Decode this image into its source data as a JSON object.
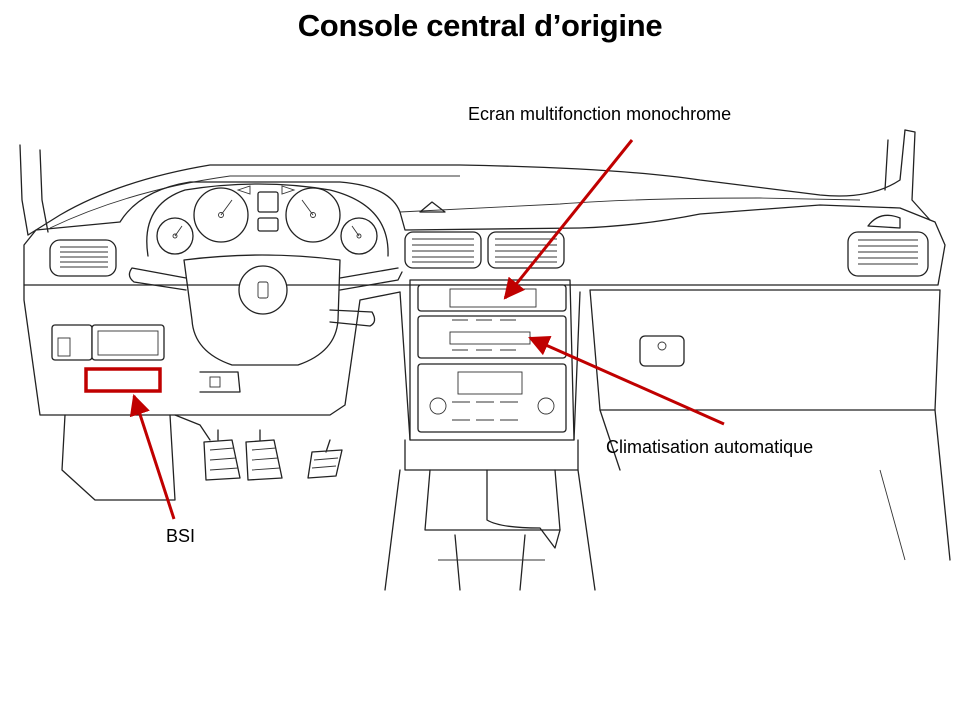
{
  "title": "Console central d’origine",
  "labels": {
    "ecran": "Ecran multifonction monochrome",
    "climatisation": "Climatisation automatique",
    "bsi": "BSI"
  },
  "colors": {
    "annotation": "#c00000",
    "lineart": "#222222",
    "background": "#ffffff"
  }
}
